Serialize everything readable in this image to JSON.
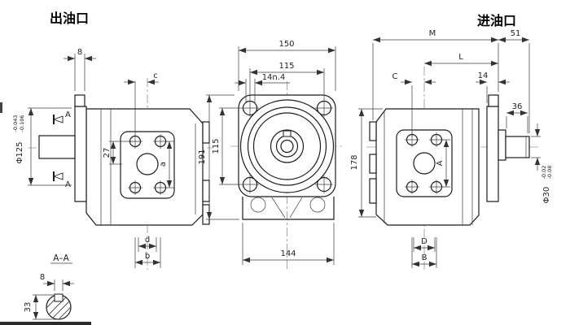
{
  "titles": {
    "outlet": "出油口",
    "inlet": "进油口"
  },
  "left_view": {
    "dims": {
      "flange_step": "8",
      "c": "c",
      "hole_offset": "27",
      "a": "a",
      "d": "d",
      "b": "b",
      "section_mark": "A"
    },
    "pilot": {
      "base": "Φ125",
      "tol_upper": "-0.043",
      "tol_lower": "-0.106"
    }
  },
  "front_view": {
    "dims": {
      "width": "150",
      "bolt_spacing_h": "115",
      "bolt_holes": "14n.4",
      "height": "191",
      "bolt_spacing_v": "115",
      "base_width": "144"
    }
  },
  "right_view": {
    "dims": {
      "M": "M",
      "shaft_overhang": "51",
      "L": "L",
      "C": "C",
      "flange_thk": "14",
      "shaft_len": "36",
      "A": "A",
      "D": "D",
      "B": "B",
      "height": "178"
    },
    "shaft": {
      "base": "Φ30",
      "tol_upper": "-0.02",
      "tol_lower": "-0.08"
    }
  },
  "section_view": {
    "label": "A–A",
    "dims": {
      "key_width": "8",
      "key_depth": "33"
    }
  }
}
